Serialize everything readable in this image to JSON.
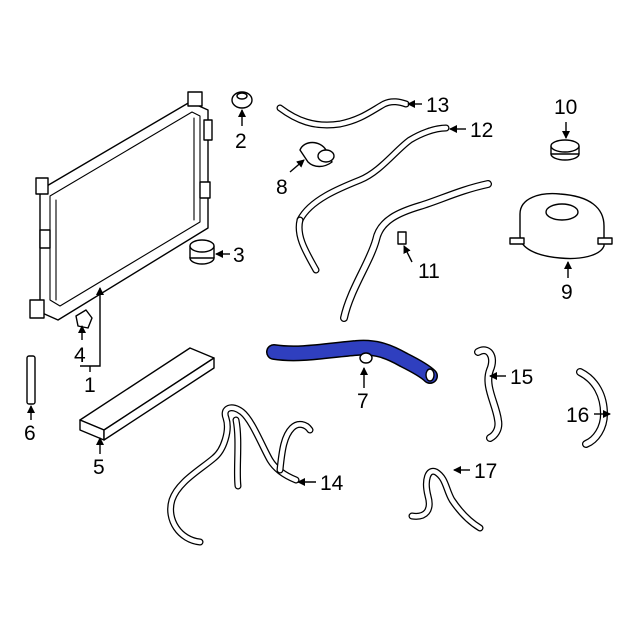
{
  "diagram": {
    "highlight_color": "#2f3fbf",
    "line_color": "#000000",
    "background": "#ffffff",
    "highlighted_part": "7",
    "callouts": [
      "1",
      "2",
      "3",
      "4",
      "5",
      "6",
      "7",
      "8",
      "9",
      "10",
      "11",
      "12",
      "13",
      "14",
      "15",
      "16",
      "17"
    ]
  }
}
